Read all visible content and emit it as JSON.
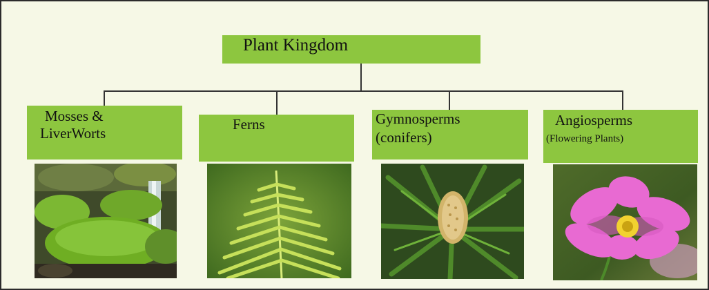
{
  "diagram": {
    "root": "Plant Kingdom",
    "categories": [
      {
        "title_line1": "Mosses &",
        "title_line2": "LiverWorts",
        "subtitle": "",
        "image": "mossy-rocks-with-waterfall"
      },
      {
        "title_line1": "Ferns",
        "title_line2": "",
        "subtitle": "",
        "image": "green-fern-frond"
      },
      {
        "title_line1": "Gymnosperms",
        "title_line2": "(conifers)",
        "subtitle": "",
        "image": "cycad-cone-with-fronds"
      },
      {
        "title_line1": "Angiosperms",
        "title_line2": "",
        "subtitle": "(Flowering Plants)",
        "image": "pink-cosmos-flower"
      }
    ]
  },
  "colors": {
    "box_fill": "#8dc63f",
    "background": "#f6f8e6",
    "connector": "#333333"
  }
}
